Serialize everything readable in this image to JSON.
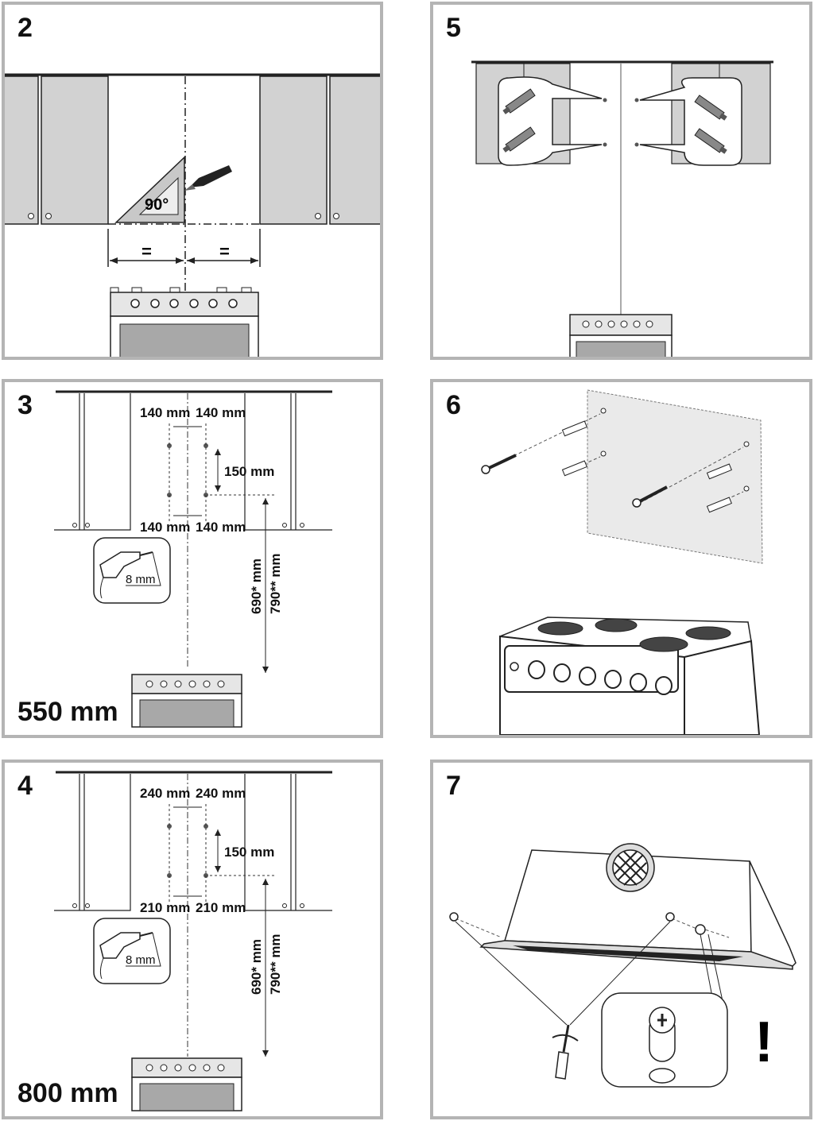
{
  "panels": {
    "p2": {
      "step": "2",
      "angle": "90°",
      "equal_left": "=",
      "equal_right": "="
    },
    "p3": {
      "step": "3",
      "top_left": "140 mm",
      "top_right": "140 mm",
      "vertical": "150 mm",
      "bottom_left": "140 mm",
      "bottom_right": "140 mm",
      "drill": "8 mm",
      "height_a": "690* mm",
      "height_b": "790** mm",
      "size": "550 mm"
    },
    "p4": {
      "step": "4",
      "top_left": "240 mm",
      "top_right": "240 mm",
      "vertical": "150 mm",
      "bottom_left": "210 mm",
      "bottom_right": "210 mm",
      "drill": "8 mm",
      "height_a": "690* mm",
      "height_b": "790** mm",
      "size": "800 mm"
    },
    "p5": {
      "step": "5"
    },
    "p6": {
      "step": "6"
    },
    "p7": {
      "step": "7",
      "warning": "!"
    }
  },
  "colors": {
    "border": "#b4b4b4",
    "cabinet": "#d2d2d2",
    "oven_window": "#a8a8a8",
    "line": "#222222"
  },
  "icons": [
    "set-square-icon",
    "pencil-icon",
    "drill-icon",
    "wall-plug-icon",
    "screw-icon",
    "cooker-icon",
    "range-hood-icon",
    "screwdriver-icon",
    "keyhole-screw-icon"
  ]
}
